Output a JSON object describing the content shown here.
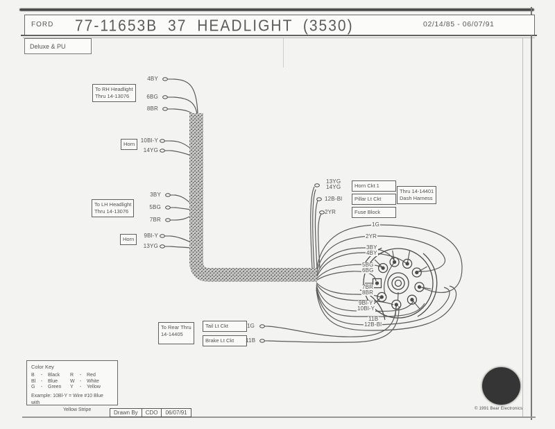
{
  "header": {
    "brand": "FORD",
    "title": "77-11653B 37 HEADLIGHT (3530)",
    "date_range": "02/14/85 - 06/07/91",
    "variant": "Deluxe & PU"
  },
  "boxes": {
    "rh_headlight_line1": "To RH Headlight",
    "rh_headlight_line2": "Thru 14-13076",
    "horn_upper": "Horn",
    "lh_headlight_line1": "To LH Headlight",
    "lh_headlight_line2": "Thru 14-13076",
    "horn_lower": "Horn",
    "horn_ckt": "Horn Ckt 1",
    "pillar_lt_ckt": "Pillar Lt Ckt",
    "fuse_block": "Fuse Block",
    "dash_line1": "Thru 14-14401",
    "dash_line2": "Dash Harness",
    "rear_line1": "To Rear Thru",
    "rear_line2": "14-14405",
    "tail_lt_ckt": "Tail Lt Ckt",
    "brake_lt_ckt": "Brake Lt Ckt"
  },
  "wires": {
    "w1g": "1G",
    "w2yr": "2YR",
    "w3by": "3BY",
    "w4by": "4BY",
    "w5bg": "5BG",
    "w6bg": "6BG",
    "w7br": "7BR",
    "w8br": "8BR",
    "w9bly": "9Bl-Y",
    "w10bly": "10Bl-Y",
    "w11b": "11B",
    "w12bbl": "12B-Bl",
    "w13yg": "13YG",
    "w14yg": "14YG"
  },
  "color_key": {
    "title": "Color Key",
    "entries": [
      {
        "abbr": "B",
        "name": "Black"
      },
      {
        "abbr": "R",
        "name": "Red"
      },
      {
        "abbr": "Bl",
        "name": "Blue"
      },
      {
        "abbr": "W",
        "name": "White"
      },
      {
        "abbr": "G",
        "name": "Green"
      },
      {
        "abbr": "Y",
        "name": "Yellow"
      }
    ],
    "example_line1": "Example: 10Bl-Y = Wire #10 Blue with",
    "example_line2": "Yellow Stripe"
  },
  "footer": {
    "drawn_by_label": "Drawn By",
    "drawn_by_value": "CDO",
    "date": "06/07/91",
    "copyright": "© 1991 Bear Electronics"
  }
}
